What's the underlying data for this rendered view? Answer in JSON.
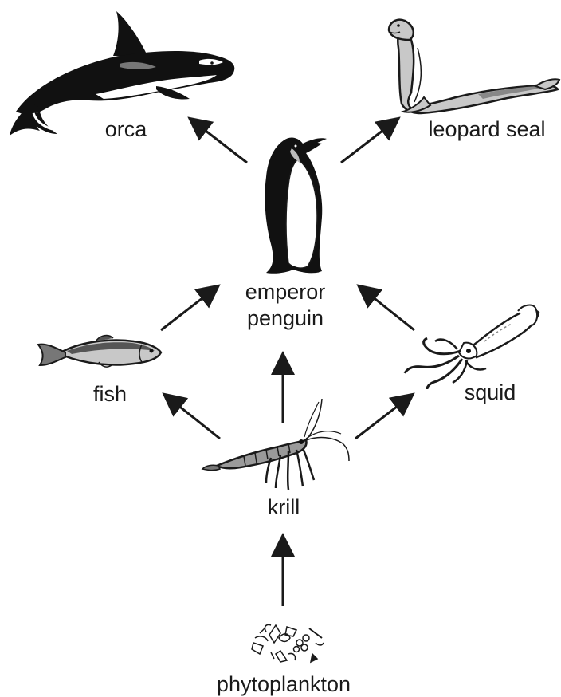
{
  "organisms": {
    "orca": {
      "label": "orca",
      "icon": "orca-icon"
    },
    "leopard_seal": {
      "label": "leopard seal",
      "icon": "leopard-seal-icon"
    },
    "emperor_penguin": {
      "label_line1": "emperor",
      "label_line2": "penguin",
      "icon": "emperor-penguin-icon"
    },
    "fish": {
      "label": "fish",
      "icon": "fish-icon"
    },
    "squid": {
      "label": "squid",
      "icon": "squid-icon"
    },
    "krill": {
      "label": "krill",
      "icon": "krill-icon"
    },
    "phytoplankton": {
      "label": "phytoplankton",
      "icon": "phytoplankton-icon"
    }
  },
  "arrows": [
    {
      "from": "phytoplankton",
      "to": "krill"
    },
    {
      "from": "krill",
      "to": "fish"
    },
    {
      "from": "krill",
      "to": "emperor penguin"
    },
    {
      "from": "krill",
      "to": "squid"
    },
    {
      "from": "fish",
      "to": "emperor penguin"
    },
    {
      "from": "squid",
      "to": "emperor penguin"
    },
    {
      "from": "emperor penguin",
      "to": "orca"
    },
    {
      "from": "emperor penguin",
      "to": "leopard seal"
    }
  ],
  "colors": {
    "ink": "#1a1a1a",
    "seal_fill": "#c8c8c8",
    "fish_fill": "#c8c8c8",
    "krill_fill": "#9a9a9a"
  }
}
